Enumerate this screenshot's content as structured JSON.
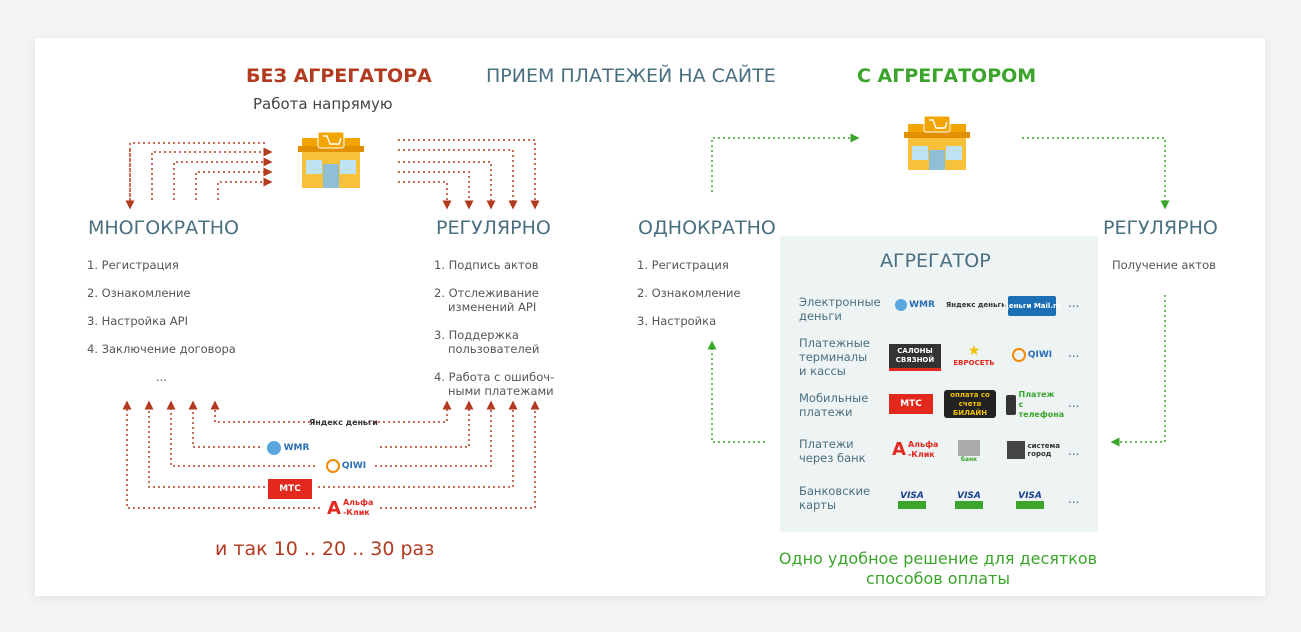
{
  "header": {
    "left_title": "БЕЗ АГРЕГАТОРА",
    "left_sub": "Работа напрямую",
    "center_title": "ПРИЕМ ПЛАТЕЖЕЙ НА  САЙТЕ",
    "right_title": "С АГРЕГАТОРОМ"
  },
  "left": {
    "col1_title": "МНОГОКРАТНО",
    "col1_items": [
      "1. Регистрация",
      "2. Ознакомление",
      "3. Настройка API",
      "4. Заключение договора",
      "..."
    ],
    "col2_title": "РЕГУЛЯРНО",
    "col2_items": [
      "1. Подпись актов",
      "2. Отслеживание",
      "изменений API",
      "3. Поддержка",
      "пользователей",
      "4. Работа с ошибоч-",
      "ными платежами"
    ],
    "footer": "и так 10 .. 20 .. 30 раз",
    "logos": [
      "Яндекс деньги",
      "WMR",
      "QIWI",
      "МТС",
      "Альфа -Клик"
    ]
  },
  "right": {
    "col1_title": "ОДНОКРАТНО",
    "col1_items": [
      "1. Регистрация",
      "2. Ознакомление",
      "3. Настройка"
    ],
    "col2_title": "РЕГУЛЯРНО",
    "col2_items": [
      "Получение актов"
    ],
    "aggregator_title": "АГРЕГАТОР",
    "rows": [
      {
        "label1": "Электронные",
        "label2": "деньги",
        "logos": [
          "WMR",
          "Яндекс деньги",
          "Деньги Mail.ru"
        ]
      },
      {
        "label1": "Платежные",
        "label2": "терминалы",
        "label3": "и кассы",
        "logos": [
          "САЛОНЫ СВЯЗНОЙ",
          "ЕВРОСЕТЬ",
          "QIWI"
        ]
      },
      {
        "label1": "Мобильные",
        "label2": "платежи",
        "logos": [
          "МТС",
          "оплата со счета БИЛАЙН",
          "Платеж с телефона"
        ]
      },
      {
        "label1": "Платежи",
        "label2": "через банк",
        "logos": [
          "Альфа -Клик",
          "банк",
          "система город"
        ]
      },
      {
        "label1": "Банковские",
        "label2": "карты",
        "logos": [
          "VISA",
          "VISA",
          "VISA"
        ]
      }
    ],
    "more": "...",
    "footer1": "Одно удобное решение для десятков",
    "footer2": "способов оплаты"
  },
  "colors": {
    "red": "#b23a1e",
    "blue": "#4a6f80",
    "green": "#3aa52a",
    "store_orange": "#f2a500"
  }
}
